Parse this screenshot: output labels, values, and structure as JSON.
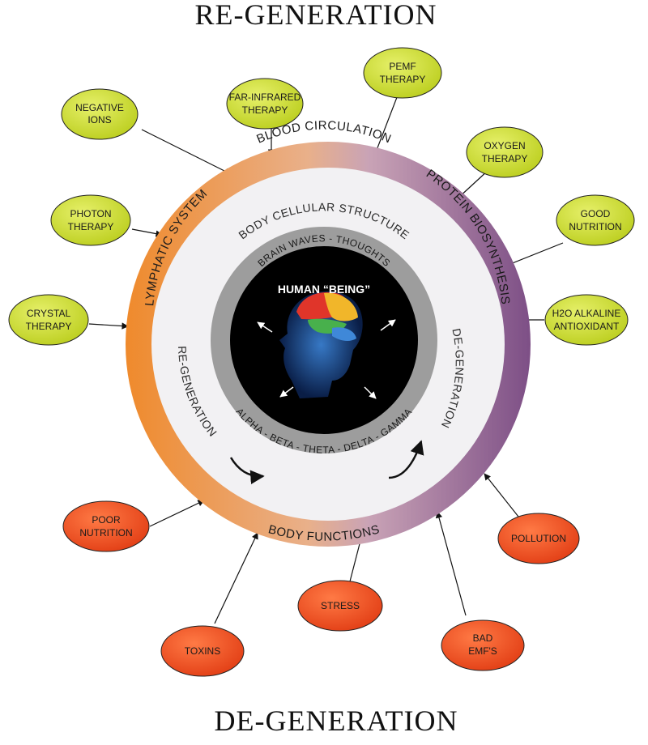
{
  "titles": {
    "top": "RE-GENERATION",
    "bottom": "DE-GENERATION"
  },
  "outer_ring": {
    "top": "BLOOD CIRCULATION",
    "left": "LYMPHATIC SYSTEM",
    "right": "PROTEIN BIOSYNTHESIS",
    "bottom": "BODY FUNCTIONS"
  },
  "inner_area": {
    "top": "BODY CELLULAR STRUCTURE",
    "left": "RE-GENERATION",
    "right": "DE-GENERATION"
  },
  "wave_ring": {
    "top": "BRAIN WAVES - THOUGHTS",
    "bottom": "ALPHA - BETA - THETA - DELTA - GAMMA"
  },
  "center": {
    "label": "HUMAN “BEING”"
  },
  "positive_factors": [
    {
      "lines": [
        "NEGATIVE",
        "IONS"
      ]
    },
    {
      "lines": [
        "FAR-INFRARED",
        "THERAPY"
      ]
    },
    {
      "lines": [
        "PEMF",
        "THERAPY"
      ]
    },
    {
      "lines": [
        "OXYGEN",
        "THERAPY"
      ]
    },
    {
      "lines": [
        "PHOTON",
        "THERAPY"
      ]
    },
    {
      "lines": [
        "GOOD",
        "NUTRITION"
      ]
    },
    {
      "lines": [
        "CRYSTAL",
        "THERAPY"
      ]
    },
    {
      "lines": [
        "H2O ALKALINE",
        "ANTIOXIDANT"
      ]
    }
  ],
  "negative_factors": [
    {
      "lines": [
        "POOR",
        "NUTRITION"
      ]
    },
    {
      "lines": [
        "POLLUTION"
      ]
    },
    {
      "lines": [
        "STRESS"
      ]
    },
    {
      "lines": [
        "TOXINS"
      ]
    },
    {
      "lines": [
        "BAD",
        "EMF'S"
      ]
    }
  ],
  "colors": {
    "positive_fill": "#cfe02a",
    "negative_fill": "#f15a24",
    "ring_left": "#ef8a2c",
    "ring_right": "#8b5a8e",
    "center_dark": "#000000",
    "wave_ring_fill": "#9a9a9a"
  }
}
